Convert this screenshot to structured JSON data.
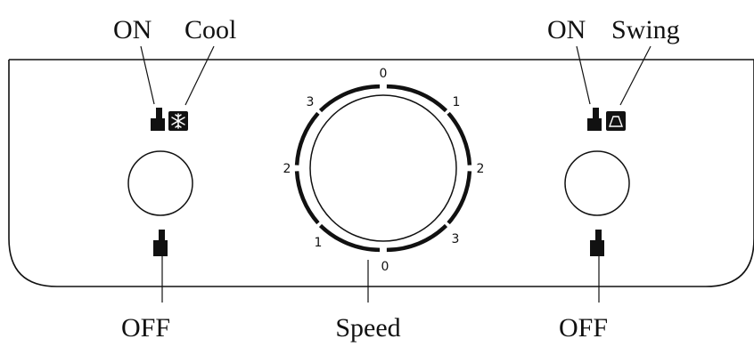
{
  "left_switch": {
    "on_label": "ON",
    "mode_label": "Cool",
    "off_label": "OFF",
    "mode_icon": "snowflake-icon"
  },
  "right_switch": {
    "on_label": "ON",
    "mode_label": "Swing",
    "off_label": "OFF",
    "mode_icon": "swing-icon"
  },
  "speed_dial": {
    "label": "Speed",
    "scale_labels": {
      "top": "0",
      "upper_right": "1",
      "right": "2",
      "lower_right": "3",
      "bottom": "0",
      "lower_left": "1",
      "left": "2",
      "upper_left": "3"
    }
  },
  "colors": {
    "line": "#111111",
    "background": "#ffffff"
  }
}
